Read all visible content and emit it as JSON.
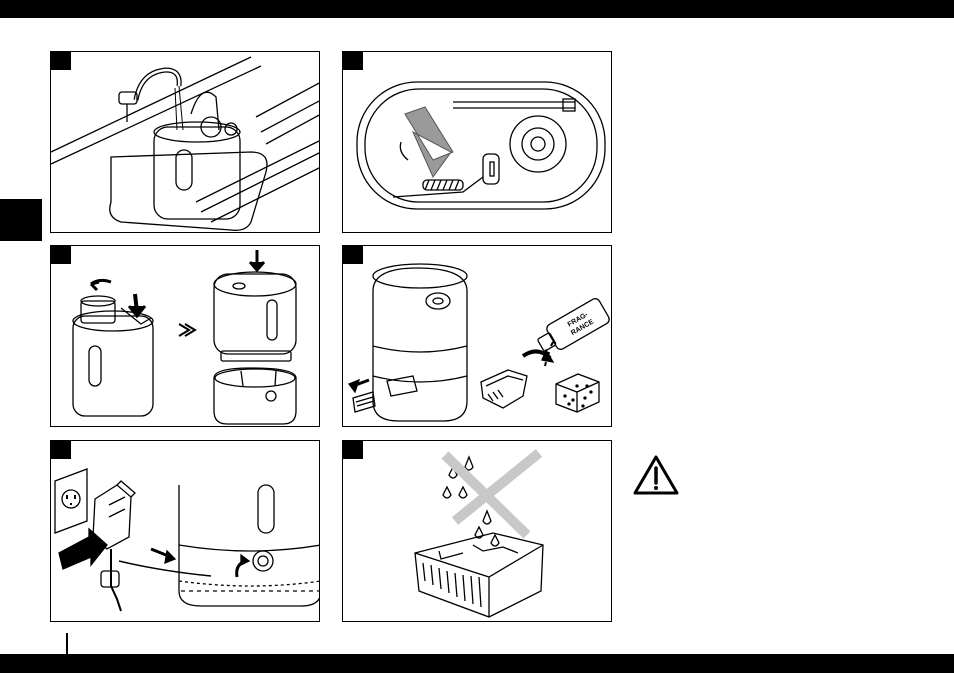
{
  "panels": [
    {
      "id": 1,
      "illustration": "fill-tank-at-sink"
    },
    {
      "id": 2,
      "illustration": "base-top-view-arrow"
    },
    {
      "id": 3,
      "illustration": "cap-tank-and-assemble"
    },
    {
      "id": 4,
      "illustration": "fragrance-box-insert"
    },
    {
      "id": 5,
      "illustration": "plug-in-adapter-and-turn-knob"
    },
    {
      "id": 6,
      "illustration": "do-not-wet-fragrance-box"
    }
  ],
  "fragrance_label": {
    "line1": "FRAG-",
    "line2": "RANCE"
  },
  "icons": {
    "warning": "warning-triangle-icon"
  },
  "colors": {
    "ink": "#000000",
    "paper": "#ffffff",
    "cross": "#c8c8c8",
    "arrow_fill": "#9a9a9a"
  }
}
